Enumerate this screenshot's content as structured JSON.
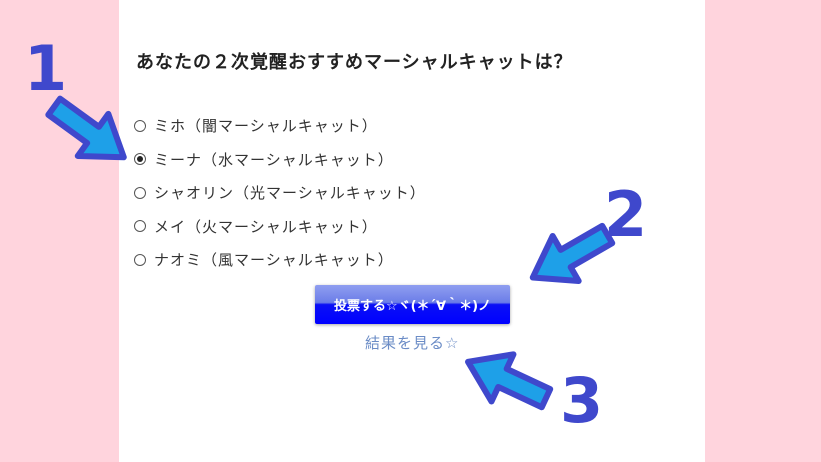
{
  "poll": {
    "question": "あなたの２次覚醒おすすめマーシャルキャットは？",
    "options": [
      {
        "label": "ミホ（闇マーシャルキャット）",
        "selected": false
      },
      {
        "label": "ミーナ（水マーシャルキャット）",
        "selected": true
      },
      {
        "label": "シャオリン（光マーシャルキャット）",
        "selected": false
      },
      {
        "label": "メイ（火マーシャルキャット）",
        "selected": false
      },
      {
        "label": "ナオミ（風マーシャルキャット）",
        "selected": false
      }
    ],
    "vote_label": "投票する☆ヾ(＊´∀｀＊)ノ",
    "results_label": "結果を見る☆"
  },
  "annotations": {
    "labels": [
      "1",
      "2",
      "3"
    ],
    "arrow_color": "#3f48cc",
    "arrow_fill": "#1ea0e8"
  }
}
